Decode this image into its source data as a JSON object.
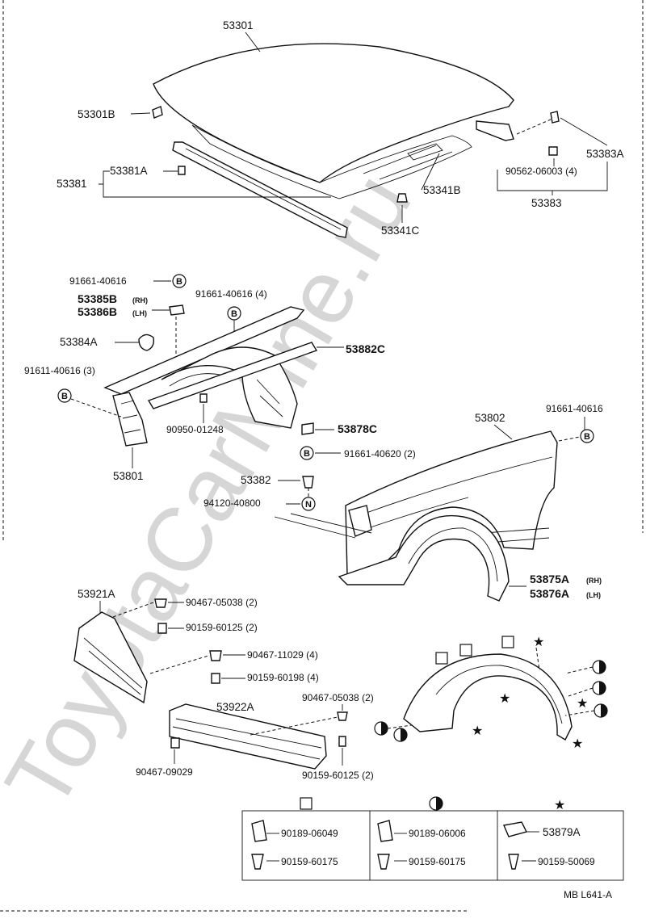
{
  "watermark": "ToyotaCarMine.ru",
  "labels": {
    "p53301": "53301",
    "p53301B": "53301B",
    "p53381": "53381",
    "p53381A": "53381A",
    "p53341B": "53341B",
    "p53341C": "53341C",
    "p53383A": "53383A",
    "p90562": "90562-06003 (4)",
    "p53383": "53383",
    "p91661a": "91661-40616",
    "p91661b": "91661-40616 (4)",
    "p53385B": "53385B",
    "p53385Bsub": "(RH)",
    "p53386B": "53386B",
    "p53386Bsub": "(LH)",
    "p53384A": "53384A",
    "p53882C": "53882C",
    "p91611": "91611-40616 (3)",
    "p90950": "90950-01248",
    "p53878C": "53878C",
    "p91661c": "91661-40620 (2)",
    "p53801": "53801",
    "p53802": "53802",
    "p91661d": "91661-40616",
    "p53382": "53382",
    "p94120": "94120-40800",
    "p53875A": "53875A",
    "p53875Asub": "(RH)",
    "p53876A": "53876A",
    "p53876Asub": "(LH)",
    "p53921A": "53921A",
    "p90467a": "90467-05038 (2)",
    "p90159a": "90159-60125 (2)",
    "p90467b": "90467-11029 (4)",
    "p90159b": "90159-60198 (4)",
    "p53922A": "53922A",
    "p90467c": "90467-05038 (2)",
    "p90467d": "90467-09029",
    "p90159c": "90159-60125 (2)",
    "markB": "B",
    "markN": "N",
    "diagram_code": "MB L641-A"
  },
  "legend": {
    "col1_a": "90189-06049",
    "col1_b": "90159-60175",
    "col2_a": "90189-06006",
    "col2_b": "90159-60175",
    "col3_a": "53879A",
    "col3_b": "90159-50069"
  }
}
